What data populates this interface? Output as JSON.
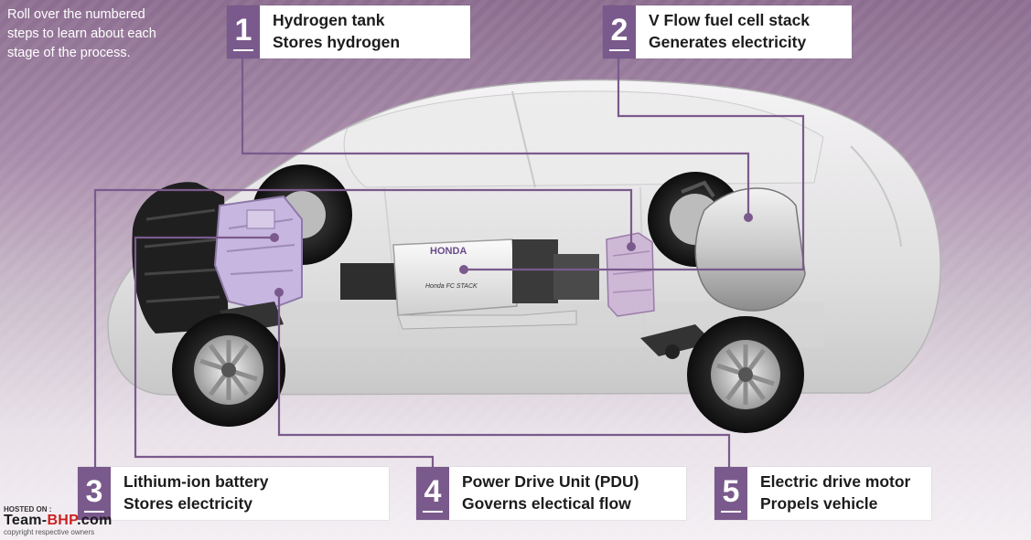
{
  "intro_text": "Roll over the numbered\nsteps  to learn about each\nstage of the process.",
  "steps": [
    {
      "num": "1",
      "title": "Hydrogen tank",
      "desc": "Stores hydrogen"
    },
    {
      "num": "2",
      "title": "V Flow fuel cell stack",
      "desc": "Generates electricity"
    },
    {
      "num": "3",
      "title": "Lithium-ion battery",
      "desc": "Stores electricity"
    },
    {
      "num": "4",
      "title": "Power Drive Unit (PDU)",
      "desc": "Governs electical flow"
    },
    {
      "num": "5",
      "title": "Electric drive motor",
      "desc": "Propels vehicle"
    }
  ],
  "stack_labels": {
    "brand": "HONDA",
    "model": "Honda FC STACK"
  },
  "watermark": {
    "hosted": "HOSTED ON :",
    "brand_a": "Team-",
    "brand_b": "BHP",
    "brand_c": ".com",
    "owners": "copyright respective owners"
  },
  "colors": {
    "accent": "#7a5a8c",
    "leader": "#7a5a8c",
    "box": "#ffffff"
  }
}
